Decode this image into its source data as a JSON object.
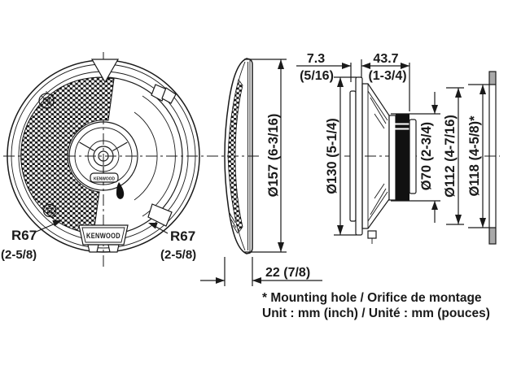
{
  "front_view": {
    "brand_badge": "KENWOOD",
    "tweeter_badge": "KENWOOD",
    "radius_left": {
      "value": "R67",
      "inch": "(2-5/8)"
    },
    "radius_right": {
      "value": "R67",
      "inch": "(2-5/8)"
    }
  },
  "side_view": {
    "diameter_label": "Ø157 (6-3/16)",
    "depth_label": "22 (7/8)"
  },
  "section_view": {
    "flange_mm": "7.3",
    "flange_inch": "(5/16)",
    "depth_mm": "43.7",
    "depth_inch": "(1-3/4)",
    "frame_diameter": "Ø130 (5-1/4)",
    "magnet_diameter": "Ø70 (2-3/4)",
    "cone_diameter": "Ø112 (4-7/16)",
    "hole_diameter": "Ø118 (4-5/8)*"
  },
  "notes": {
    "mounting_hole": "* Mounting hole / Orifice de montage",
    "units": "Unit : mm (inch) / Unité : mm (pouces)"
  },
  "colors": {
    "line": "#1a1a1a",
    "mesh_black": "#111111",
    "magnet_black": "#111111",
    "panel_gray": "#a9a9a9",
    "background": "#ffffff"
  }
}
